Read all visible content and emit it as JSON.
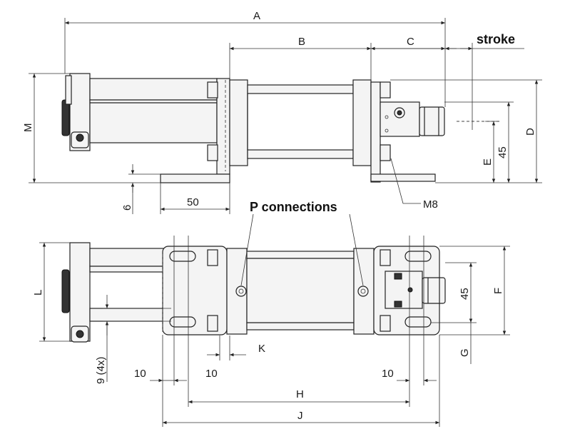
{
  "labels": {
    "A": "A",
    "B": "B",
    "C": "C",
    "stroke": "stroke",
    "M": "M",
    "D": "D",
    "E": "E",
    "d45_top": "45",
    "d6": "6",
    "d50": "50",
    "M8": "M8",
    "p_connections": "P connections",
    "L": "L",
    "F": "F",
    "d45_bottom": "45",
    "G": "G",
    "K": "K",
    "d9_4x": "9 (4x)",
    "d10_left": "10",
    "d10_mid": "10",
    "d10_right": "10",
    "H": "H",
    "J": "J"
  },
  "colors": {
    "line": "#222222",
    "fill": "#f4f4f4",
    "dark": "#333333"
  }
}
